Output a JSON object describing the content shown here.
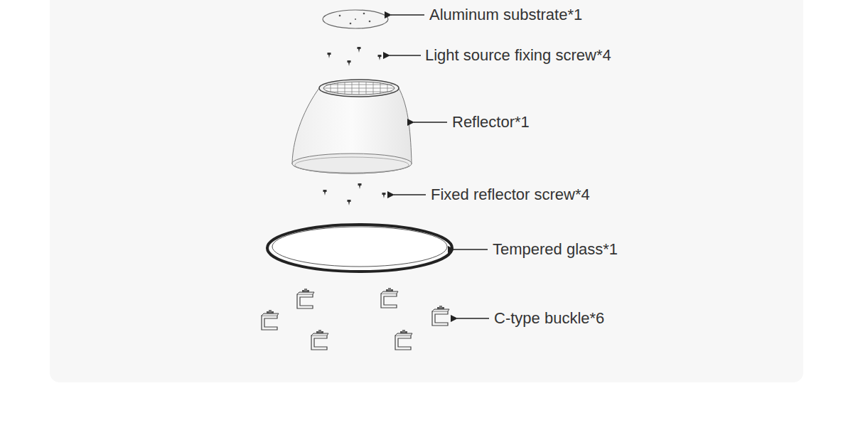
{
  "diagram": {
    "labels": [
      "Aluminum substrate*1",
      "Light source fixing screw*4",
      "Reflector*1",
      "Fixed reflector screw*4",
      "Tempered glass*1",
      "C-type buckle*6"
    ]
  }
}
